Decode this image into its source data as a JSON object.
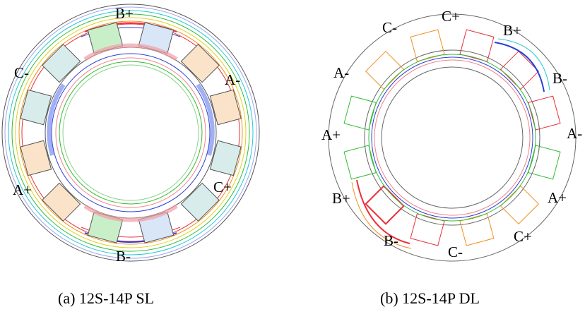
{
  "panels": [
    {
      "caption": "(a) 12S-14P SL",
      "labels": [
        "B+",
        "A-",
        "C+",
        "B-",
        "A+",
        "C-"
      ]
    },
    {
      "caption": "(b) 12S-14P DL",
      "labels": [
        "C+",
        "B+",
        "B-",
        "A-",
        "A+",
        "C+",
        "C-",
        "B-",
        "B+",
        "A+",
        "A-",
        "C-"
      ]
    }
  ],
  "colors": {
    "red": "#e8303a",
    "blue": "#2b3fd6",
    "green": "#33bb33",
    "orange": "#f09020",
    "cyan": "#20c8d8",
    "yellow": "#e0d020",
    "pink": "#f0a0a8",
    "light_blue": "#c8dcf0"
  }
}
